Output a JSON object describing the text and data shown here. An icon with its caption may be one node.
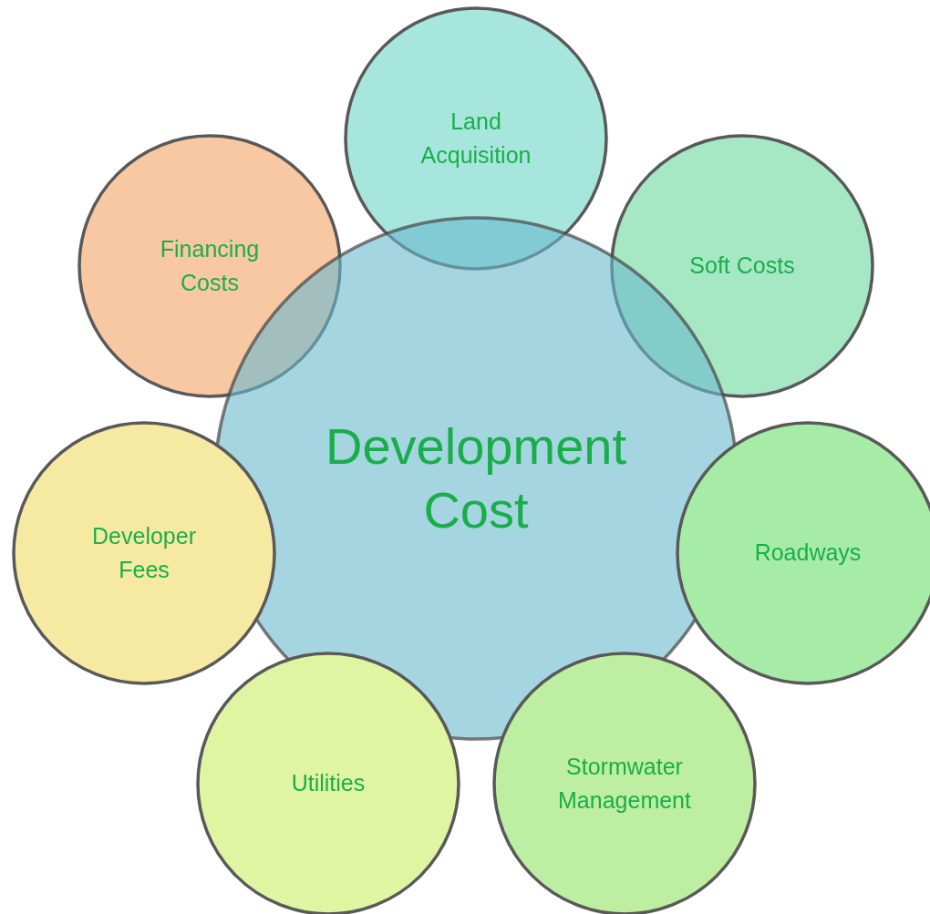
{
  "diagram": {
    "nodes": [
      {
        "text": [
          "Land Acquisition"
        ]
      },
      {
        "text": [
          "Financing Costs"
        ]
      },
      {
        "text": [
          "Soft Costs"
        ]
      },
      {
        "text": [
          "Development Cost"
        ]
      },
      {
        "text": [
          "Developer Fees"
        ]
      },
      {
        "text": [
          "Roadways"
        ]
      },
      {
        "text": [
          "Utilities"
        ]
      },
      {
        "text": [
          "Stormwater Management"
        ]
      }
    ]
  }
}
